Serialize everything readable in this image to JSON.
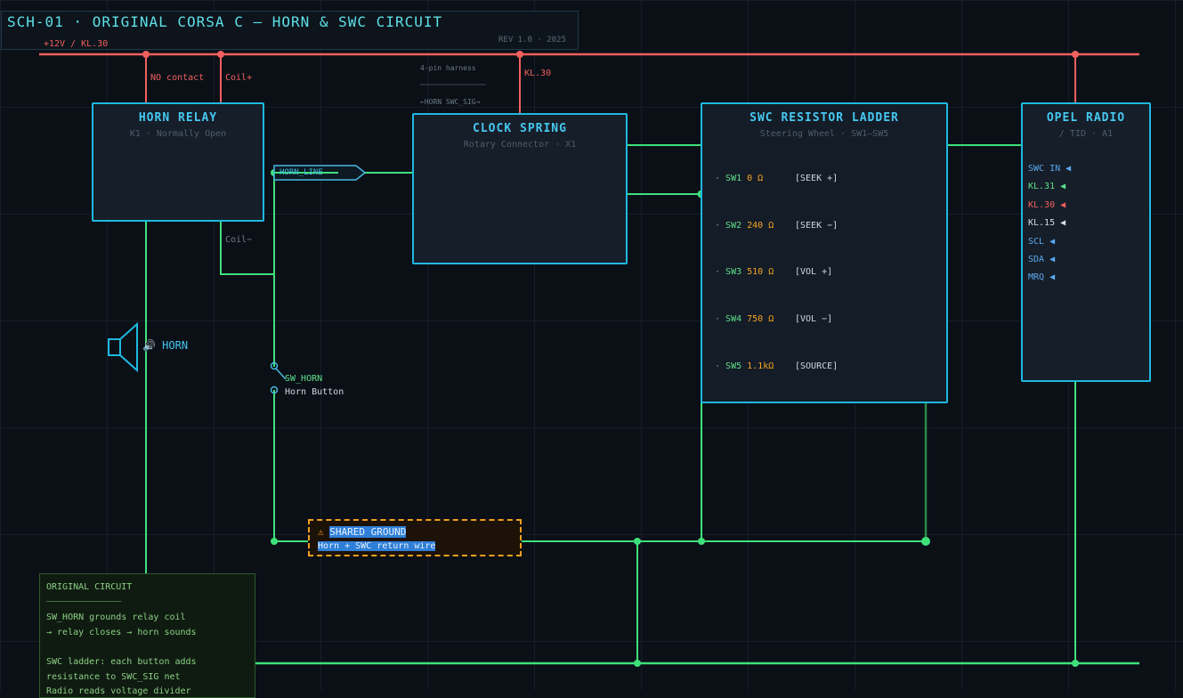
{
  "title": "SCH-01 · ORIGINAL CORSA C — HORN & SWC CIRCUIT",
  "revision": "REV 1.0 · 2025",
  "rail_label": "+12V / KL.30",
  "labels": {
    "no_contact": "NO contact",
    "coil_plus": "Coil+",
    "coil_minus": "Coil−",
    "kl30": "KL.30",
    "harness": "4-pin harness",
    "harness_sig": "←HORN SWC_SIG→",
    "horn_line": "HORN_LINE",
    "horn": "🔊 HORN",
    "sw_horn": "SW_HORN",
    "horn_button": "Horn Button"
  },
  "horn_relay": {
    "title": "HORN RELAY",
    "subtitle": "K1 · Normally Open"
  },
  "clock_spring": {
    "title": "CLOCK SPRING",
    "subtitle": "Rotary Connector · X1"
  },
  "swc_ladder": {
    "title": "SWC RESISTOR LADDER",
    "subtitle": "Steering Wheel · SW1–SW5",
    "switches": [
      {
        "name": "SW1",
        "ohm": "0 Ω",
        "function": "[SEEK +]"
      },
      {
        "name": "SW2",
        "ohm": "240 Ω",
        "function": "[SEEK −]"
      },
      {
        "name": "SW3",
        "ohm": "510 Ω",
        "function": "[VOL +]"
      },
      {
        "name": "SW4",
        "ohm": "750 Ω",
        "function": "[VOL −]"
      },
      {
        "name": "SW5",
        "ohm": "1.1kΩ",
        "function": "[SOURCE]"
      }
    ]
  },
  "radio": {
    "title": "OPEL RADIO",
    "subtitle": "/ TID · A1",
    "pins": [
      {
        "label": "SWC IN ◀",
        "color": "#5aa9f0"
      },
      {
        "label": "KL.31 ◀",
        "color": "#5ee08a"
      },
      {
        "label": "KL.30 ◀",
        "color": "#f0605e"
      },
      {
        "label": "KL.15 ◀",
        "color": "#d8dde2"
      },
      {
        "label": "SCL ◀",
        "color": "#5aa9f0"
      },
      {
        "label": "SDA ◀",
        "color": "#5aa9f0"
      },
      {
        "label": "MRQ ◀",
        "color": "#5aa9f0"
      }
    ]
  },
  "warning": {
    "icon": "⚠",
    "title": "SHARED GROUND",
    "text": "Horn + SWC return wire"
  },
  "note": {
    "title": "ORIGINAL CIRCUIT",
    "divider": "──────────────",
    "lines": [
      "SW_HORN grounds relay coil",
      "→ relay closes → horn sounds",
      "",
      "SWC ladder: each button adds",
      "resistance to SWC_SIG net",
      "Radio reads voltage divider"
    ]
  },
  "colors": {
    "wire": "#3ee07a",
    "rail": "#f0605e",
    "box_border": "#1fb8e0",
    "warning": "#f0a020"
  }
}
